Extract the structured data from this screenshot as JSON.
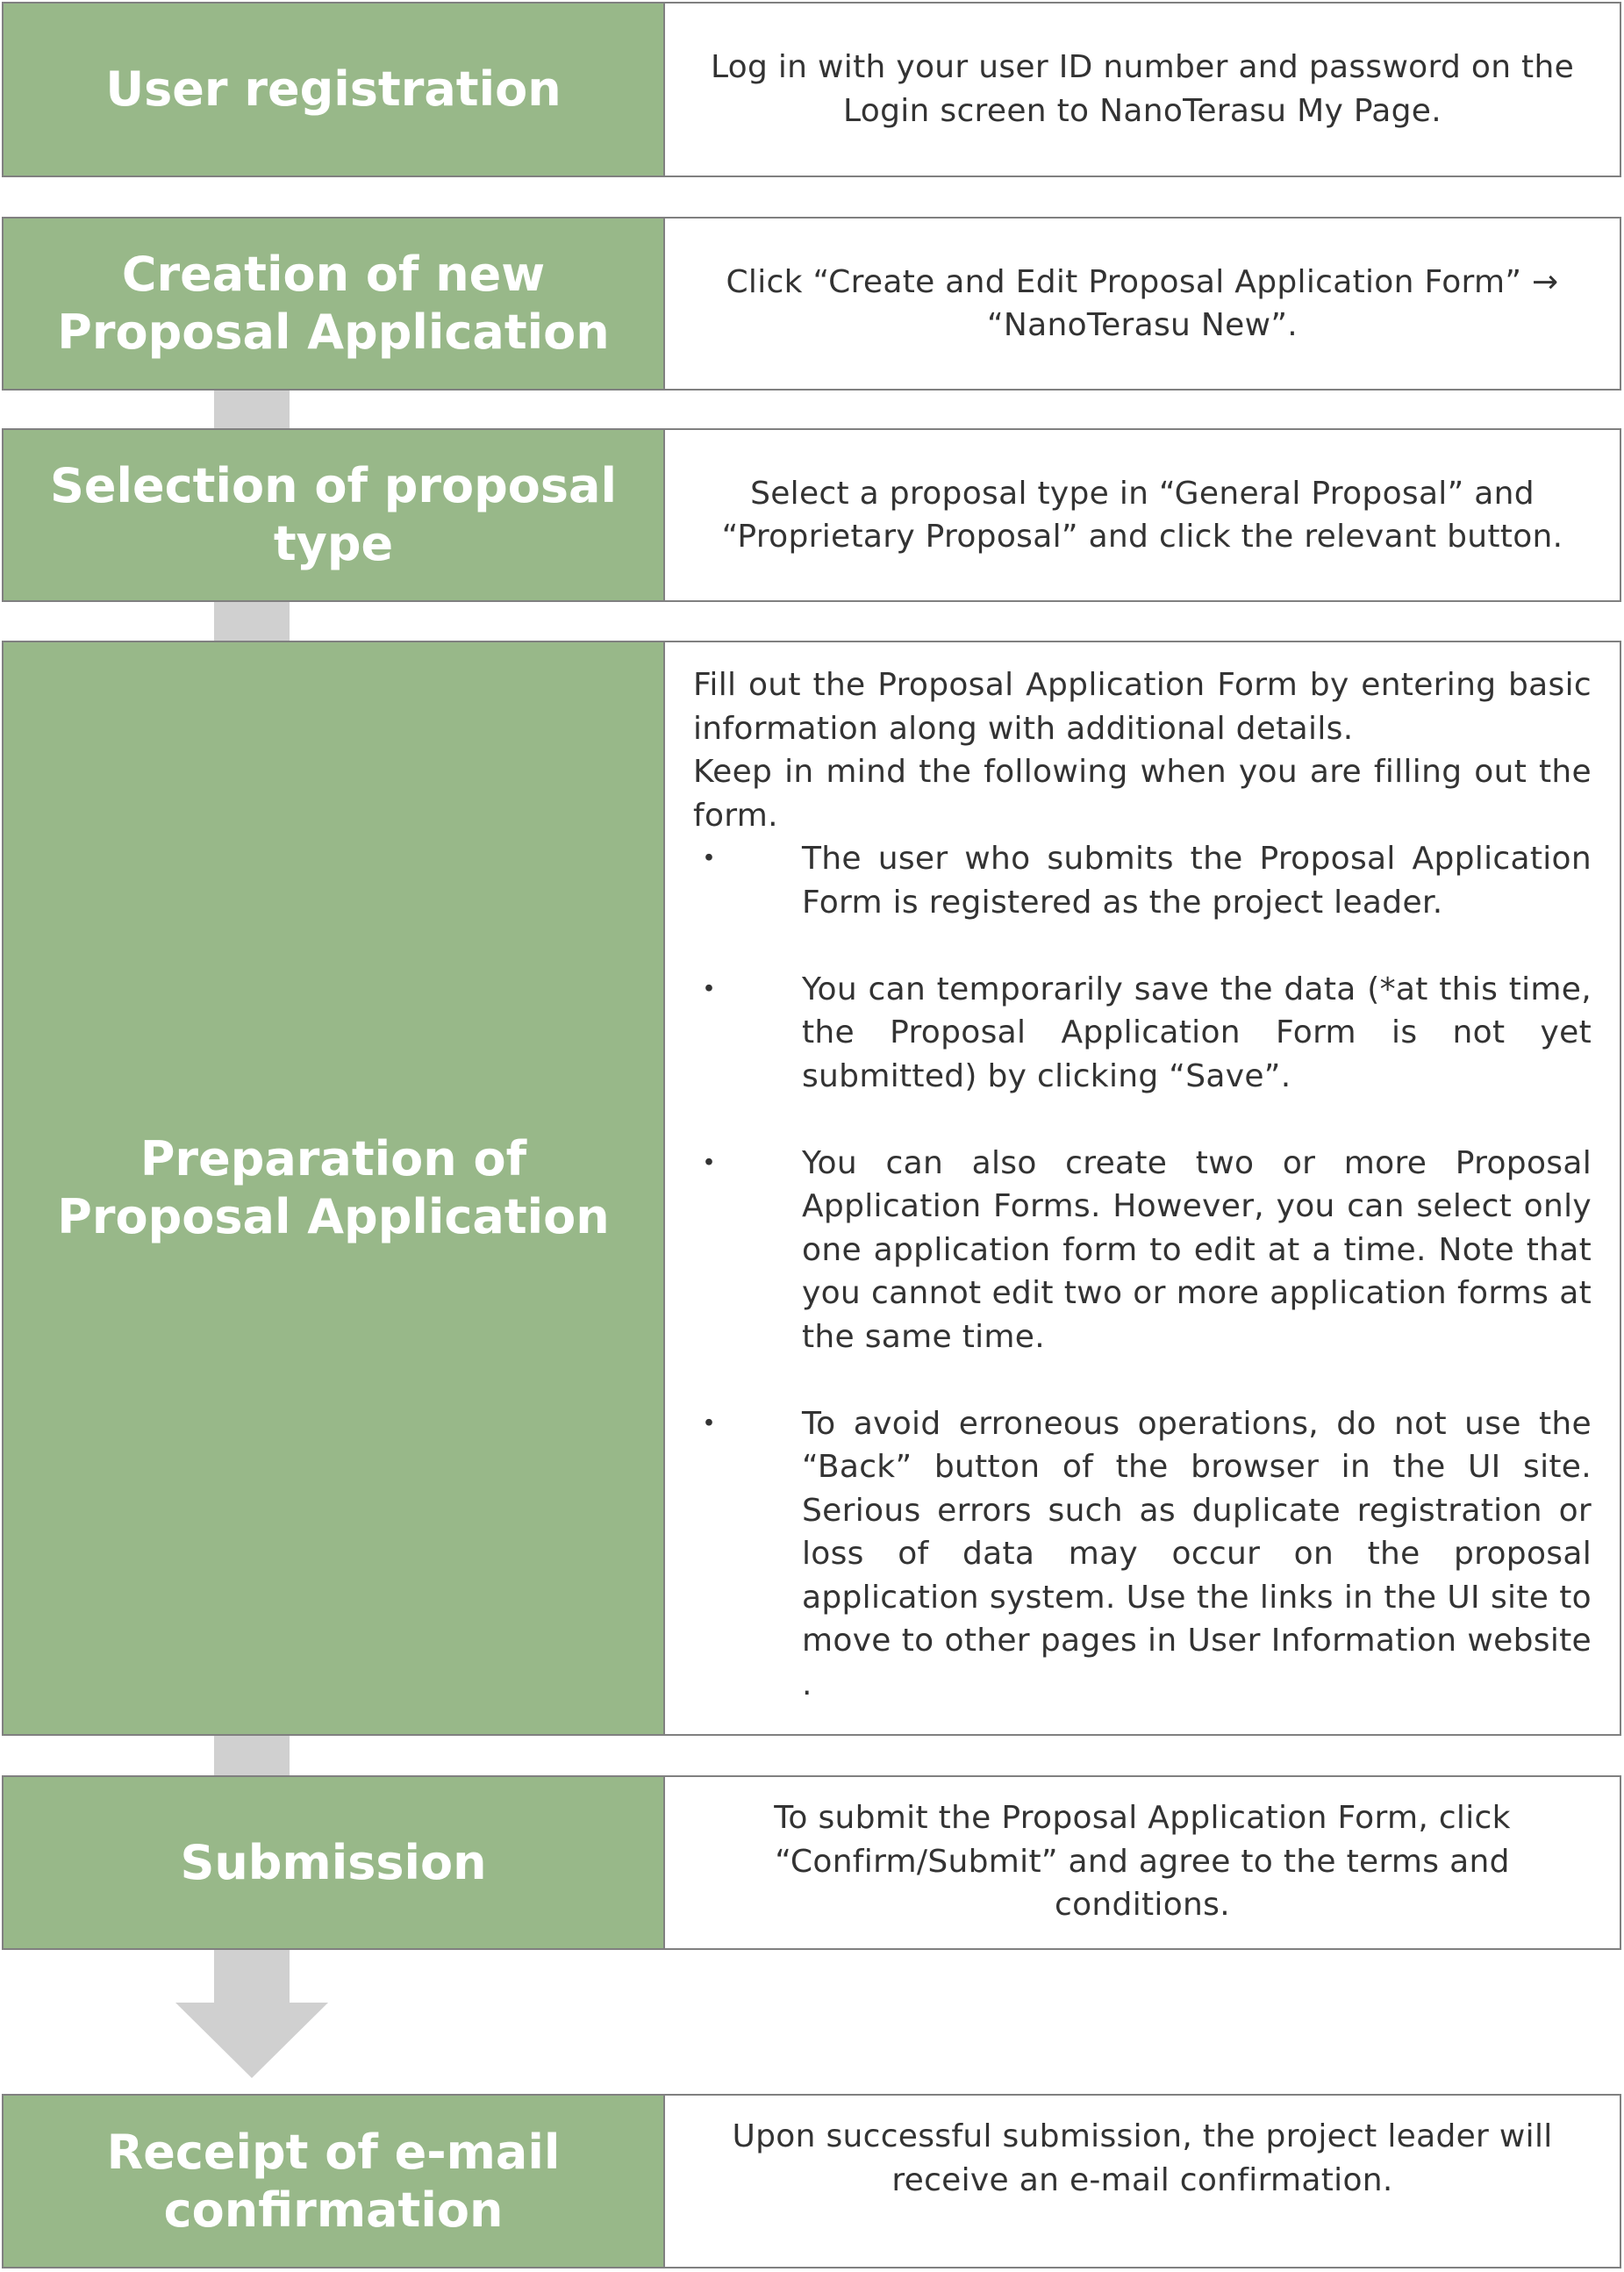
{
  "steps": [
    {
      "title": "User registration",
      "description": "Log in with your user ID number and password on the Login screen to NanoTerasu My Page."
    },
    {
      "title": "Creation of new Proposal Application",
      "description": "Click “Create and Edit Proposal Application Form” → “NanoTerasu New”."
    },
    {
      "title": "Selection of proposal type",
      "description": "Select a proposal type in “General Proposal” and “Proprietary Proposal” and click the relevant button."
    },
    {
      "title": "Preparation of Proposal Application",
      "intro1": "Fill out the Proposal Application Form by entering basic information along with additional details.",
      "intro2": "Keep in mind the following when you are filling out the form.",
      "bullet": "・",
      "bullets": [
        "The user who submits the Proposal Application Form is registered as the project leader.",
        "You can temporarily save the data (*at this time, the Proposal Application Form is not yet submitted) by clicking “Save”.",
        "You can also create two or more Proposal Application Forms. However, you can select only one application form to edit at a time. Note that you cannot edit two or more application forms at the same time.",
        "To avoid erroneous operations, do not use the “Back” button of the browser in the UI site. Serious errors such as duplicate registration or loss of data may occur on the proposal application system. Use the links in the UI site to move to other pages in User Information website ."
      ]
    },
    {
      "title": "Submission",
      "description": "To submit the Proposal Application Form, click “Confirm/Submit” and agree to the terms and conditions."
    },
    {
      "title": "Receipt of e-mail confirmation",
      "description": "Upon successful submission, the project leader will receive an e-mail confirmation."
    }
  ],
  "colors": {
    "step_bg": "#98b889",
    "connector": "#d0d0d0",
    "border": "#808080"
  }
}
